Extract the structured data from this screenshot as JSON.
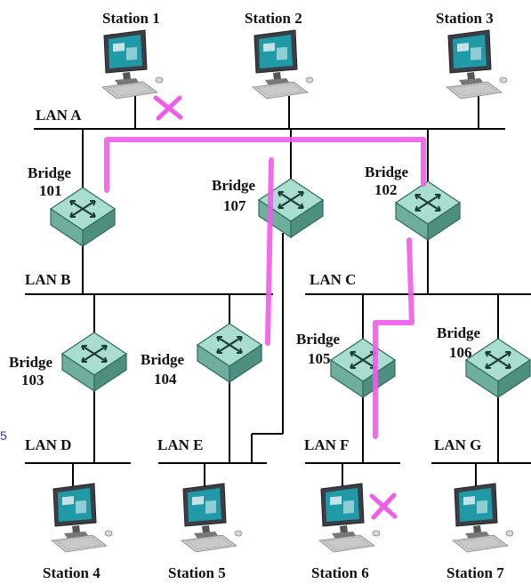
{
  "stations": {
    "s1": "Station 1",
    "s2": "Station 2",
    "s3": "Station 3",
    "s4": "Station 4",
    "s5": "Station 5",
    "s6": "Station 6",
    "s7": "Station 7"
  },
  "lans": {
    "a": "LAN A",
    "b": "LAN B",
    "c": "LAN C",
    "d": "LAN D",
    "e": "LAN E",
    "f": "LAN F",
    "g": "LAN G"
  },
  "bridges": {
    "b101": {
      "word": "Bridge",
      "num": "101"
    },
    "b102": {
      "word": "Bridge",
      "num": "102"
    },
    "b103": {
      "word": "Bridge",
      "num": "103"
    },
    "b104": {
      "word": "Bridge",
      "num": "104"
    },
    "b105": {
      "word": "Bridge",
      "num": "105"
    },
    "b106": {
      "word": "Bridge",
      "num": "106"
    },
    "b107": {
      "word": "Bridge",
      "num": "107"
    }
  },
  "stray_label": "5",
  "colors": {
    "path": "#f05ce8",
    "bridge_face": "#8fcfc0",
    "bridge_side": "#5a9c8e",
    "monitor": "#3a3f47",
    "screen": "#1f9aa6"
  },
  "icons": {
    "station": "computer-workstation-icon",
    "bridge": "bridge-switch-icon",
    "blocked": "x-mark-icon"
  }
}
